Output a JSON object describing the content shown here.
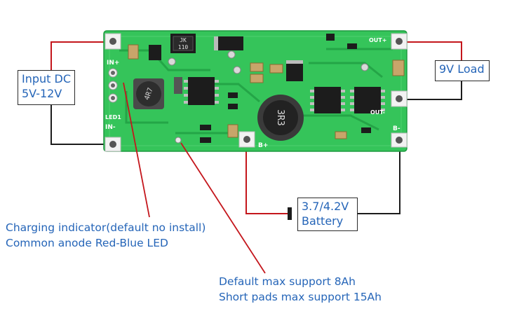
{
  "labels": {
    "input_line1": "Input DC",
    "input_line2": "5V-12V",
    "load": "9V Load",
    "battery_line1": "3.7/4.2V",
    "battery_line2": "Battery"
  },
  "notes": {
    "indicator_line1": "Charging indicator(default no install)",
    "indicator_line2": "Common anode Red-Blue LED",
    "capacity_line1": "Default max support 8Ah",
    "capacity_line2": "Short pads max support 15Ah"
  },
  "board": {
    "pin_in_plus": "IN+",
    "pin_in_minus": "IN-",
    "pin_out_plus": "OUT+",
    "pin_out_minus": "OUT-",
    "pin_b_plus": "B+",
    "pin_b_minus": "B-",
    "led_label": "LED1",
    "inductor1_marking": "4R7",
    "inductor2_marking": "3R3",
    "diode_marking_1": "JK",
    "diode_marking_2": "110"
  },
  "colors": {
    "pcb": "#35c45a",
    "pcb_dark": "#22a044",
    "wire_red": "#c4161c",
    "wire_black": "#1c1c1c",
    "label_text": "#2565b8"
  }
}
